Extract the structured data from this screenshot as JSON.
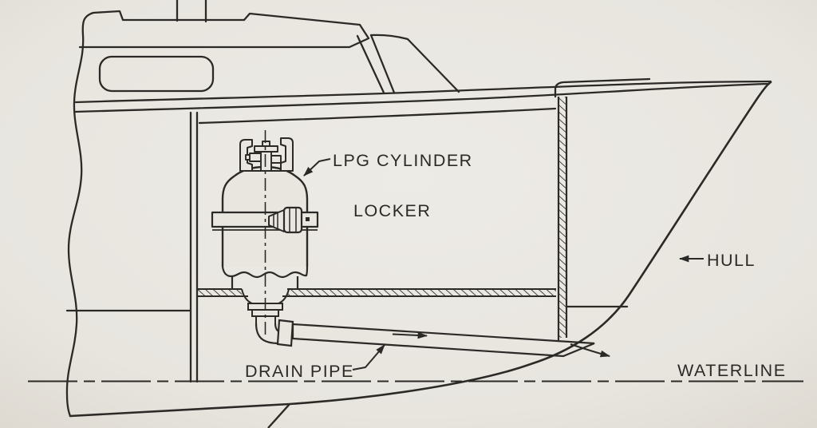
{
  "meta": {
    "drawing_type": "marine installation line drawing",
    "view": "boat stern section, side elevation",
    "colors": {
      "paper": "#e9e6e0",
      "ink": "#2b2a27"
    }
  },
  "labels": {
    "lpg_cylinder": "LPG CYLINDER",
    "locker": "LOCKER",
    "hull": "HULL",
    "drain_pipe": "DRAIN PIPE",
    "waterline": "WATERLINE"
  },
  "arrows": {
    "lpg_cylinder_leader": "leader-arrow-to-cylinder",
    "hull_leader": "leader-arrow-to-hull",
    "drain_pipe_leader": "leader-arrow-to-pipe",
    "flow_arrow": "flow-direction-arrow",
    "exit_arrow": "drain-outlet-arrow"
  }
}
